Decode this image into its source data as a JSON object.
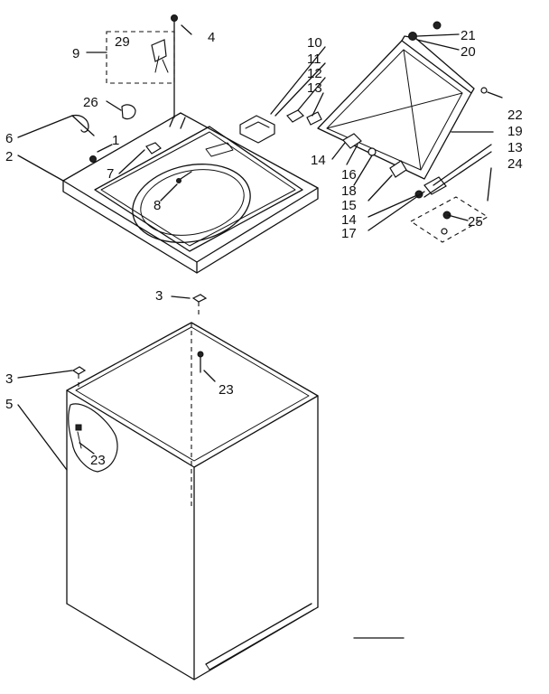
{
  "callouts": {
    "c1": "1",
    "c2": "2",
    "c3a": "3",
    "c3b": "3",
    "c4": "4",
    "c5": "5",
    "c6": "6",
    "c7": "7",
    "c8": "8",
    "c9": "9",
    "c10": "10",
    "c11": "11",
    "c12": "12",
    "c13a": "13",
    "c13b": "13",
    "c14a": "14",
    "c14b": "14",
    "c15": "15",
    "c16": "16",
    "c17": "17",
    "c18": "18",
    "c19": "19",
    "c20": "20",
    "c21": "21",
    "c22": "22",
    "c23a": "23",
    "c23b": "23",
    "c24": "24",
    "c25": "25",
    "c26": "26",
    "c29": "29"
  }
}
